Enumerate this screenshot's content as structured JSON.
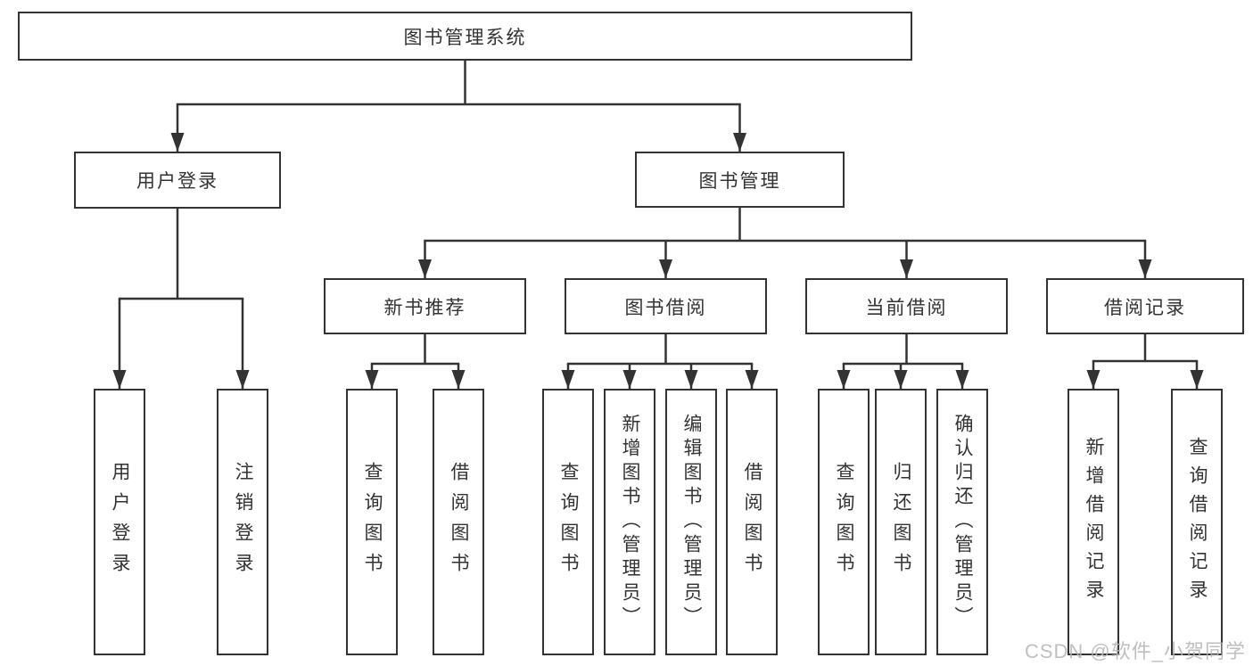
{
  "nodes": {
    "root": "图书管理系统",
    "user_login": "用户登录",
    "book_mgmt": "图书管理",
    "new_books": "新书推荐",
    "book_borrow": "图书借阅",
    "current_borrow": "当前借阅",
    "borrow_records": "借阅记录"
  },
  "leaves": {
    "g1": [
      "用户登录",
      "注销登录"
    ],
    "g2": [
      "查询图书",
      "借阅图书"
    ],
    "g3": [
      "查询图书",
      "新增图书（管理员）",
      "编辑图书（管理员）",
      "借阅图书"
    ],
    "g4": [
      "查询图书",
      "归还图书",
      "确认归还（管理员）"
    ],
    "g5": [
      "新增借阅记录",
      "查询借阅记录"
    ]
  },
  "watermark": "CSDN @软件_小贺同学",
  "colors": {
    "line": "#333333",
    "text": "#333333",
    "watermark": "#b5b5b5",
    "background": "#ffffff"
  }
}
